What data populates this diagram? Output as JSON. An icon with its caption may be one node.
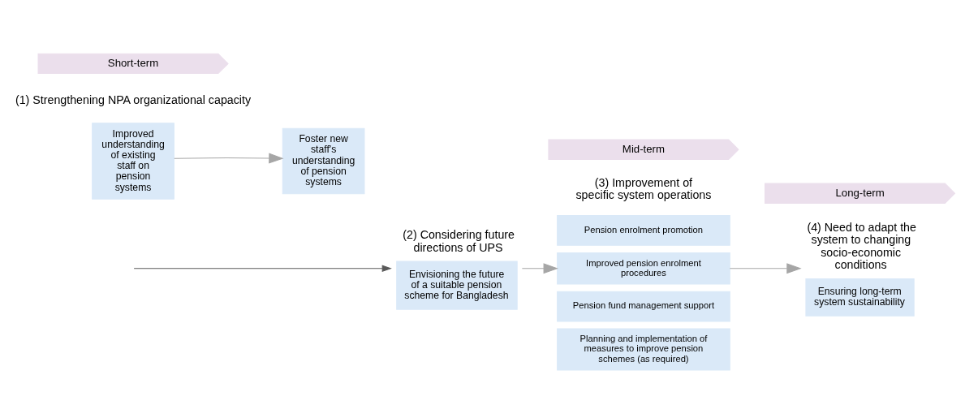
{
  "diagram": {
    "nodes": [
      {
        "text": [
          "Short-term"
        ]
      },
      {
        "text": [
          "Mid-term"
        ]
      },
      {
        "text": [
          "Long-term"
        ]
      },
      {
        "text": [
          "Improved understanding of existing staff on pension systems"
        ]
      },
      {
        "text": [
          "Foster new staff's understanding of pension systems"
        ]
      },
      {
        "text": [
          "(2) Considering future directions of UPS",
          "Envisioning the future of a suitable pension scheme for Bangladesh"
        ]
      },
      {
        "text": [
          "Pension enrolment promotion"
        ]
      },
      {
        "text": [
          "Improved pension enrolment procedures"
        ]
      },
      {
        "text": [
          "Pension fund management support"
        ]
      },
      {
        "text": [
          "Planning and implementation of measures to improve pension schemes (as required)"
        ]
      },
      {
        "text": [
          "(4) Need to adapt the system to changing socio-economic conditions",
          "Ensuring long-term system sustainability"
        ]
      }
    ],
    "edges": [
      {
        "from": 3,
        "to": 4,
        "arrow": "to"
      },
      {
        "from": null,
        "to": 5,
        "arrow": "to",
        "color": "#595959"
      },
      {
        "from": 5,
        "to": 7,
        "arrow": "to"
      },
      {
        "from": 7,
        "to": 10,
        "arrow": "to"
      }
    ],
    "labels": [
      "(1) Strengthening NPA organizational capacity",
      "(3) Improvement of specific system operations"
    ]
  }
}
